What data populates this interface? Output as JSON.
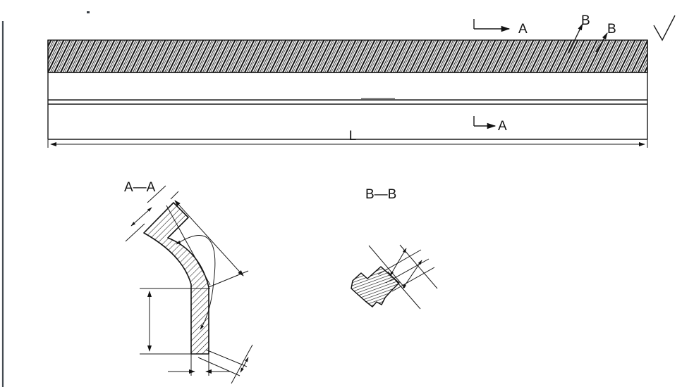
{
  "drawing": {
    "type": "engineering-part-drawing",
    "background_color": "#ffffff",
    "line_color": "#1a1a1a",
    "border_color": "#444b52"
  },
  "main_view": {
    "name": "elongated-hatched-bar-elevation",
    "dimension_label": "L",
    "section_markers": {
      "top_a_label": "A",
      "bottom_a_label": "A",
      "b_label_left": "B",
      "b_label_right": "B"
    },
    "surface_finish_symbol": "surface-roughness-check"
  },
  "section_aa": {
    "title": "A—A",
    "description": "bent-angle-profile-cross-section"
  },
  "section_bb": {
    "title": "B—B",
    "description": "small-serrated-detail-cross-section"
  }
}
